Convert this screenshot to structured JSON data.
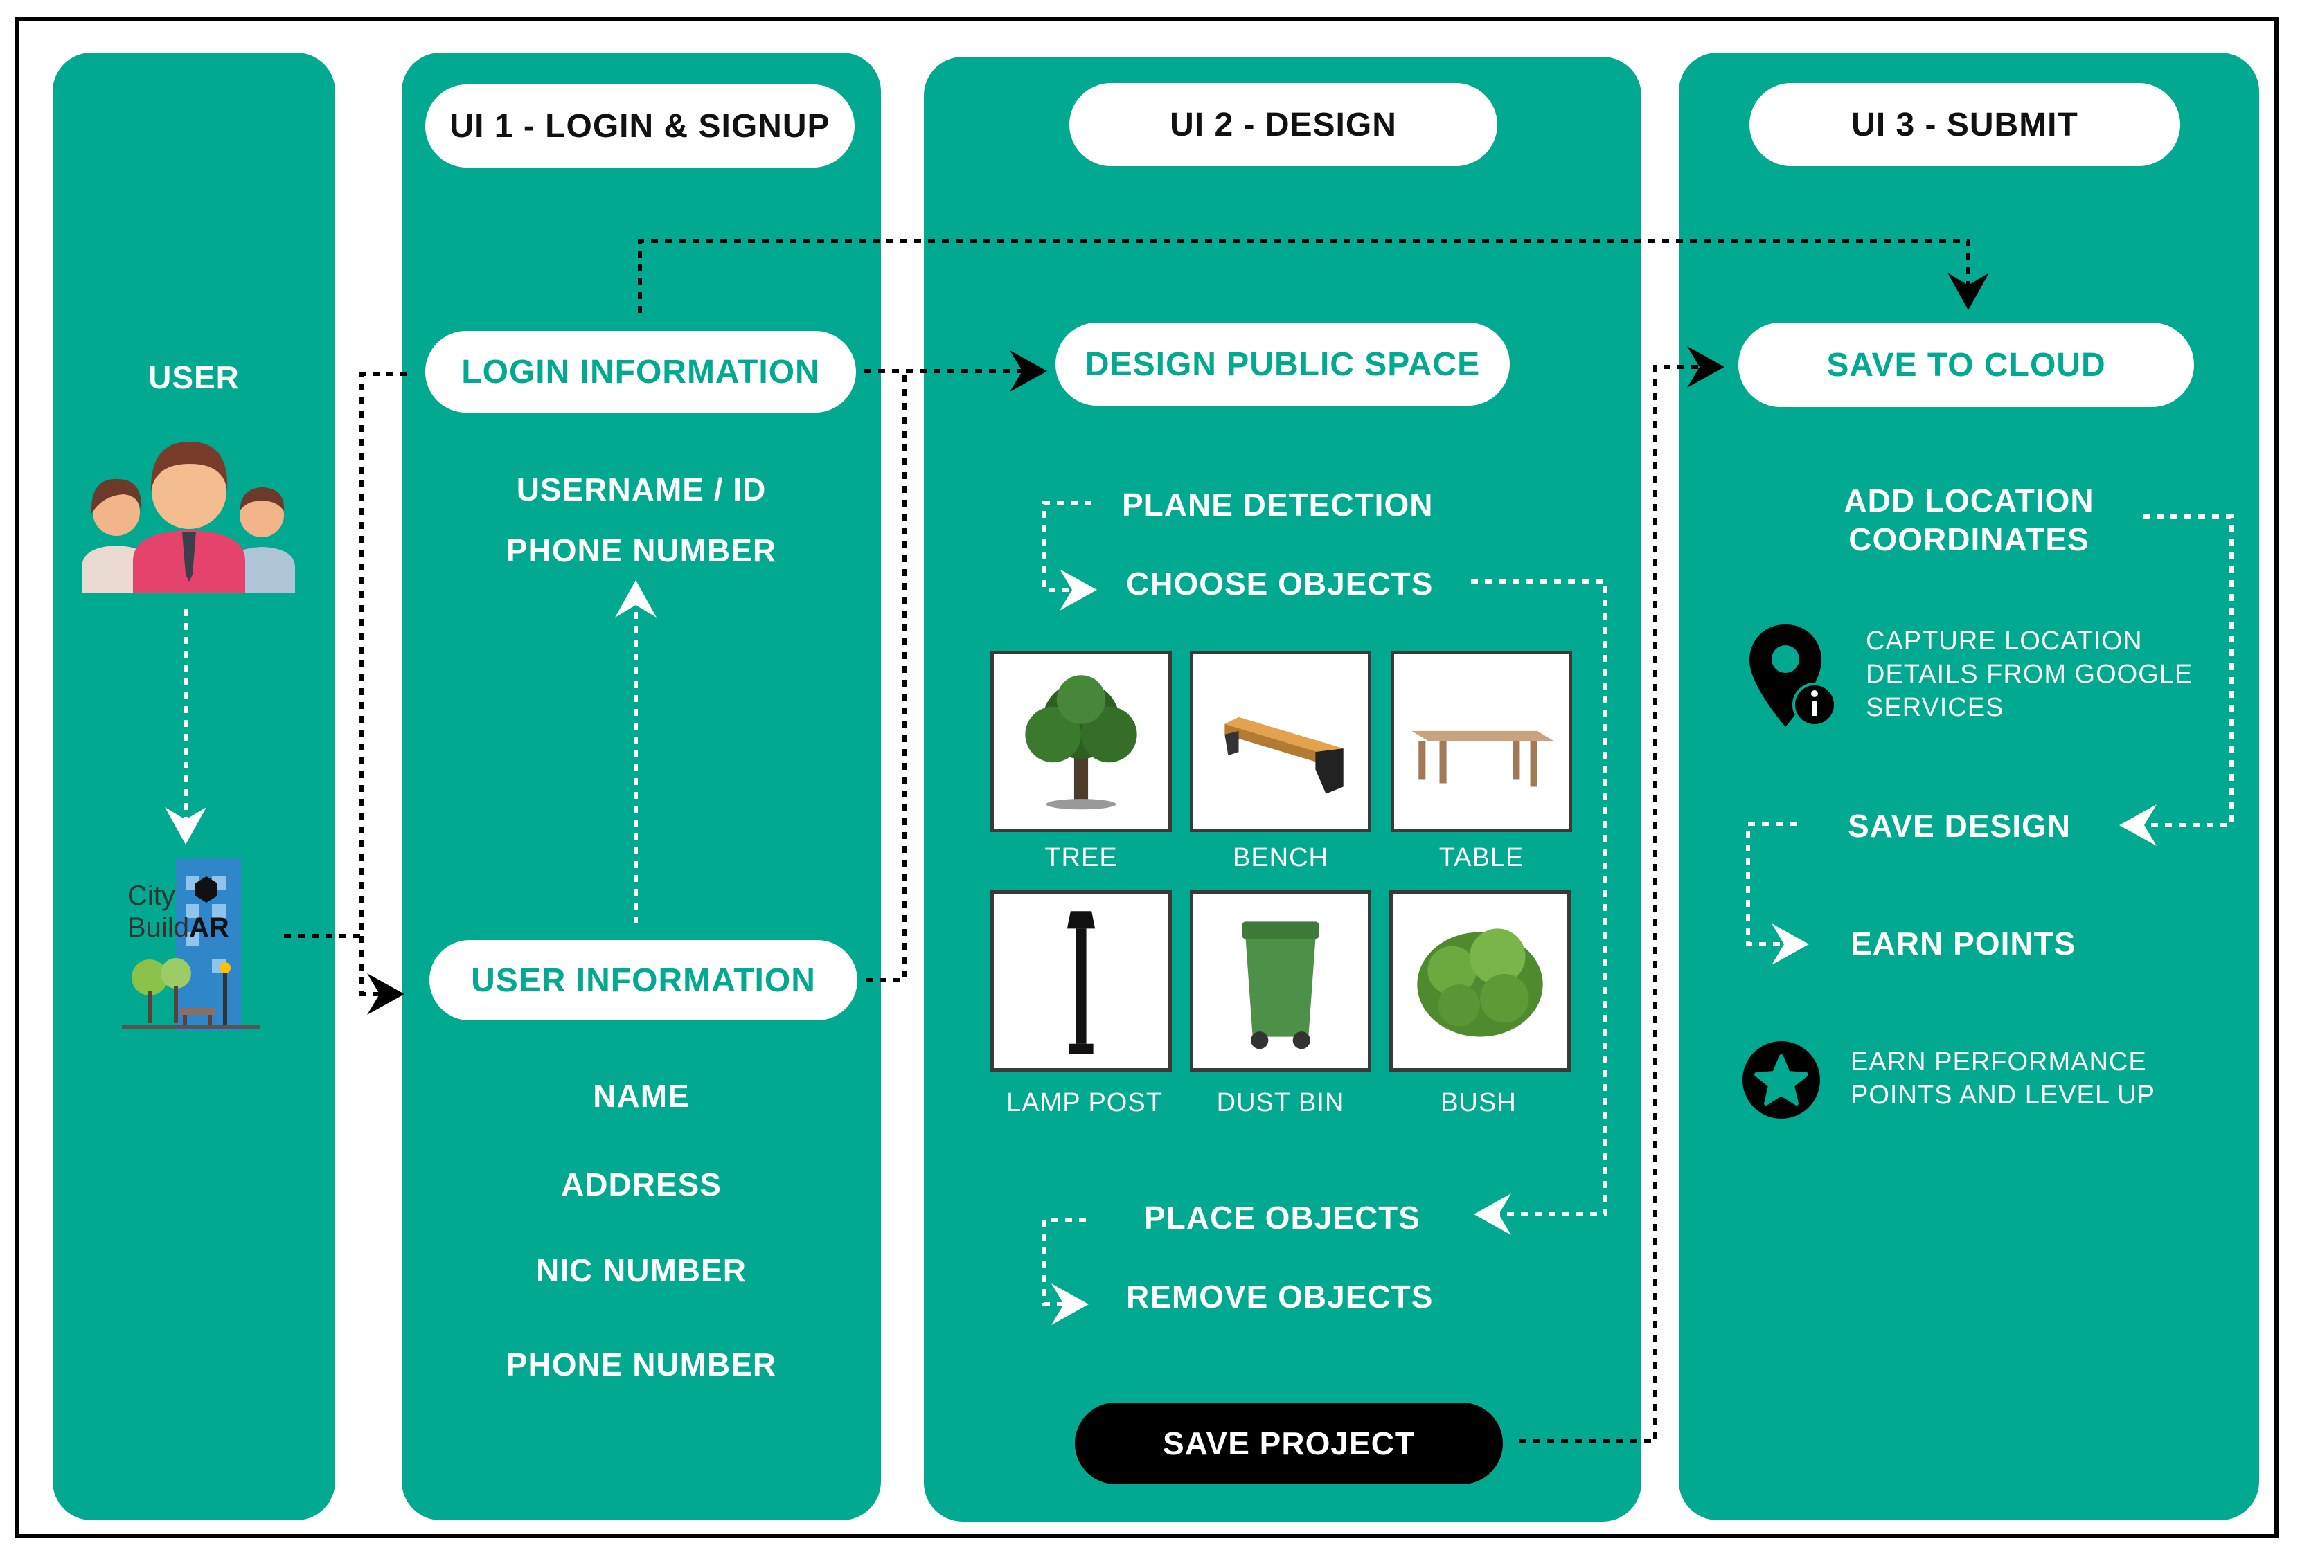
{
  "columns": {
    "user": {
      "label": "USER",
      "logo": {
        "line1": "City",
        "line2_pre": "Build",
        "line2_bold": "AR"
      }
    },
    "ui1": {
      "header": "UI 1 - LOGIN & SIGNUP",
      "login_pill": "LOGIN INFORMATION",
      "login_items": [
        "USERNAME / ID",
        "PHONE NUMBER"
      ],
      "user_pill": "USER INFORMATION",
      "user_items": [
        "NAME",
        "ADDRESS",
        "NIC NUMBER",
        "PHONE NUMBER"
      ]
    },
    "ui2": {
      "header": "UI 2 - DESIGN",
      "design_pill": "DESIGN PUBLIC SPACE",
      "step1": "PLANE DETECTION",
      "step2": "CHOOSE OBJECTS",
      "objects": [
        {
          "label": "TREE",
          "icon": "tree-icon"
        },
        {
          "label": "BENCH",
          "icon": "bench-icon"
        },
        {
          "label": "TABLE",
          "icon": "table-icon"
        },
        {
          "label": "LAMP POST",
          "icon": "lamp-post-icon"
        },
        {
          "label": "DUST BIN",
          "icon": "dust-bin-icon"
        },
        {
          "label": "BUSH",
          "icon": "bush-icon"
        }
      ],
      "step3": "PLACE OBJECTS",
      "step4": "REMOVE OBJECTS",
      "save_project": "SAVE PROJECT"
    },
    "ui3": {
      "header": "UI 3 - SUBMIT",
      "cloud_pill": "SAVE TO CLOUD",
      "add_location_1": "ADD LOCATION",
      "add_location_2": "COORDINATES",
      "capture_lines": [
        "CAPTURE LOCATION",
        "DETAILS FROM GOOGLE",
        "SERVICES"
      ],
      "save_design": "SAVE DESIGN",
      "earn_points": "EARN POINTS",
      "earn_lines": [
        "EARN PERFORMANCE",
        "POINTS AND LEVEL UP"
      ]
    }
  },
  "colors": {
    "teal": "#00A98F",
    "white": "#FFFFFF",
    "black": "#000000"
  }
}
